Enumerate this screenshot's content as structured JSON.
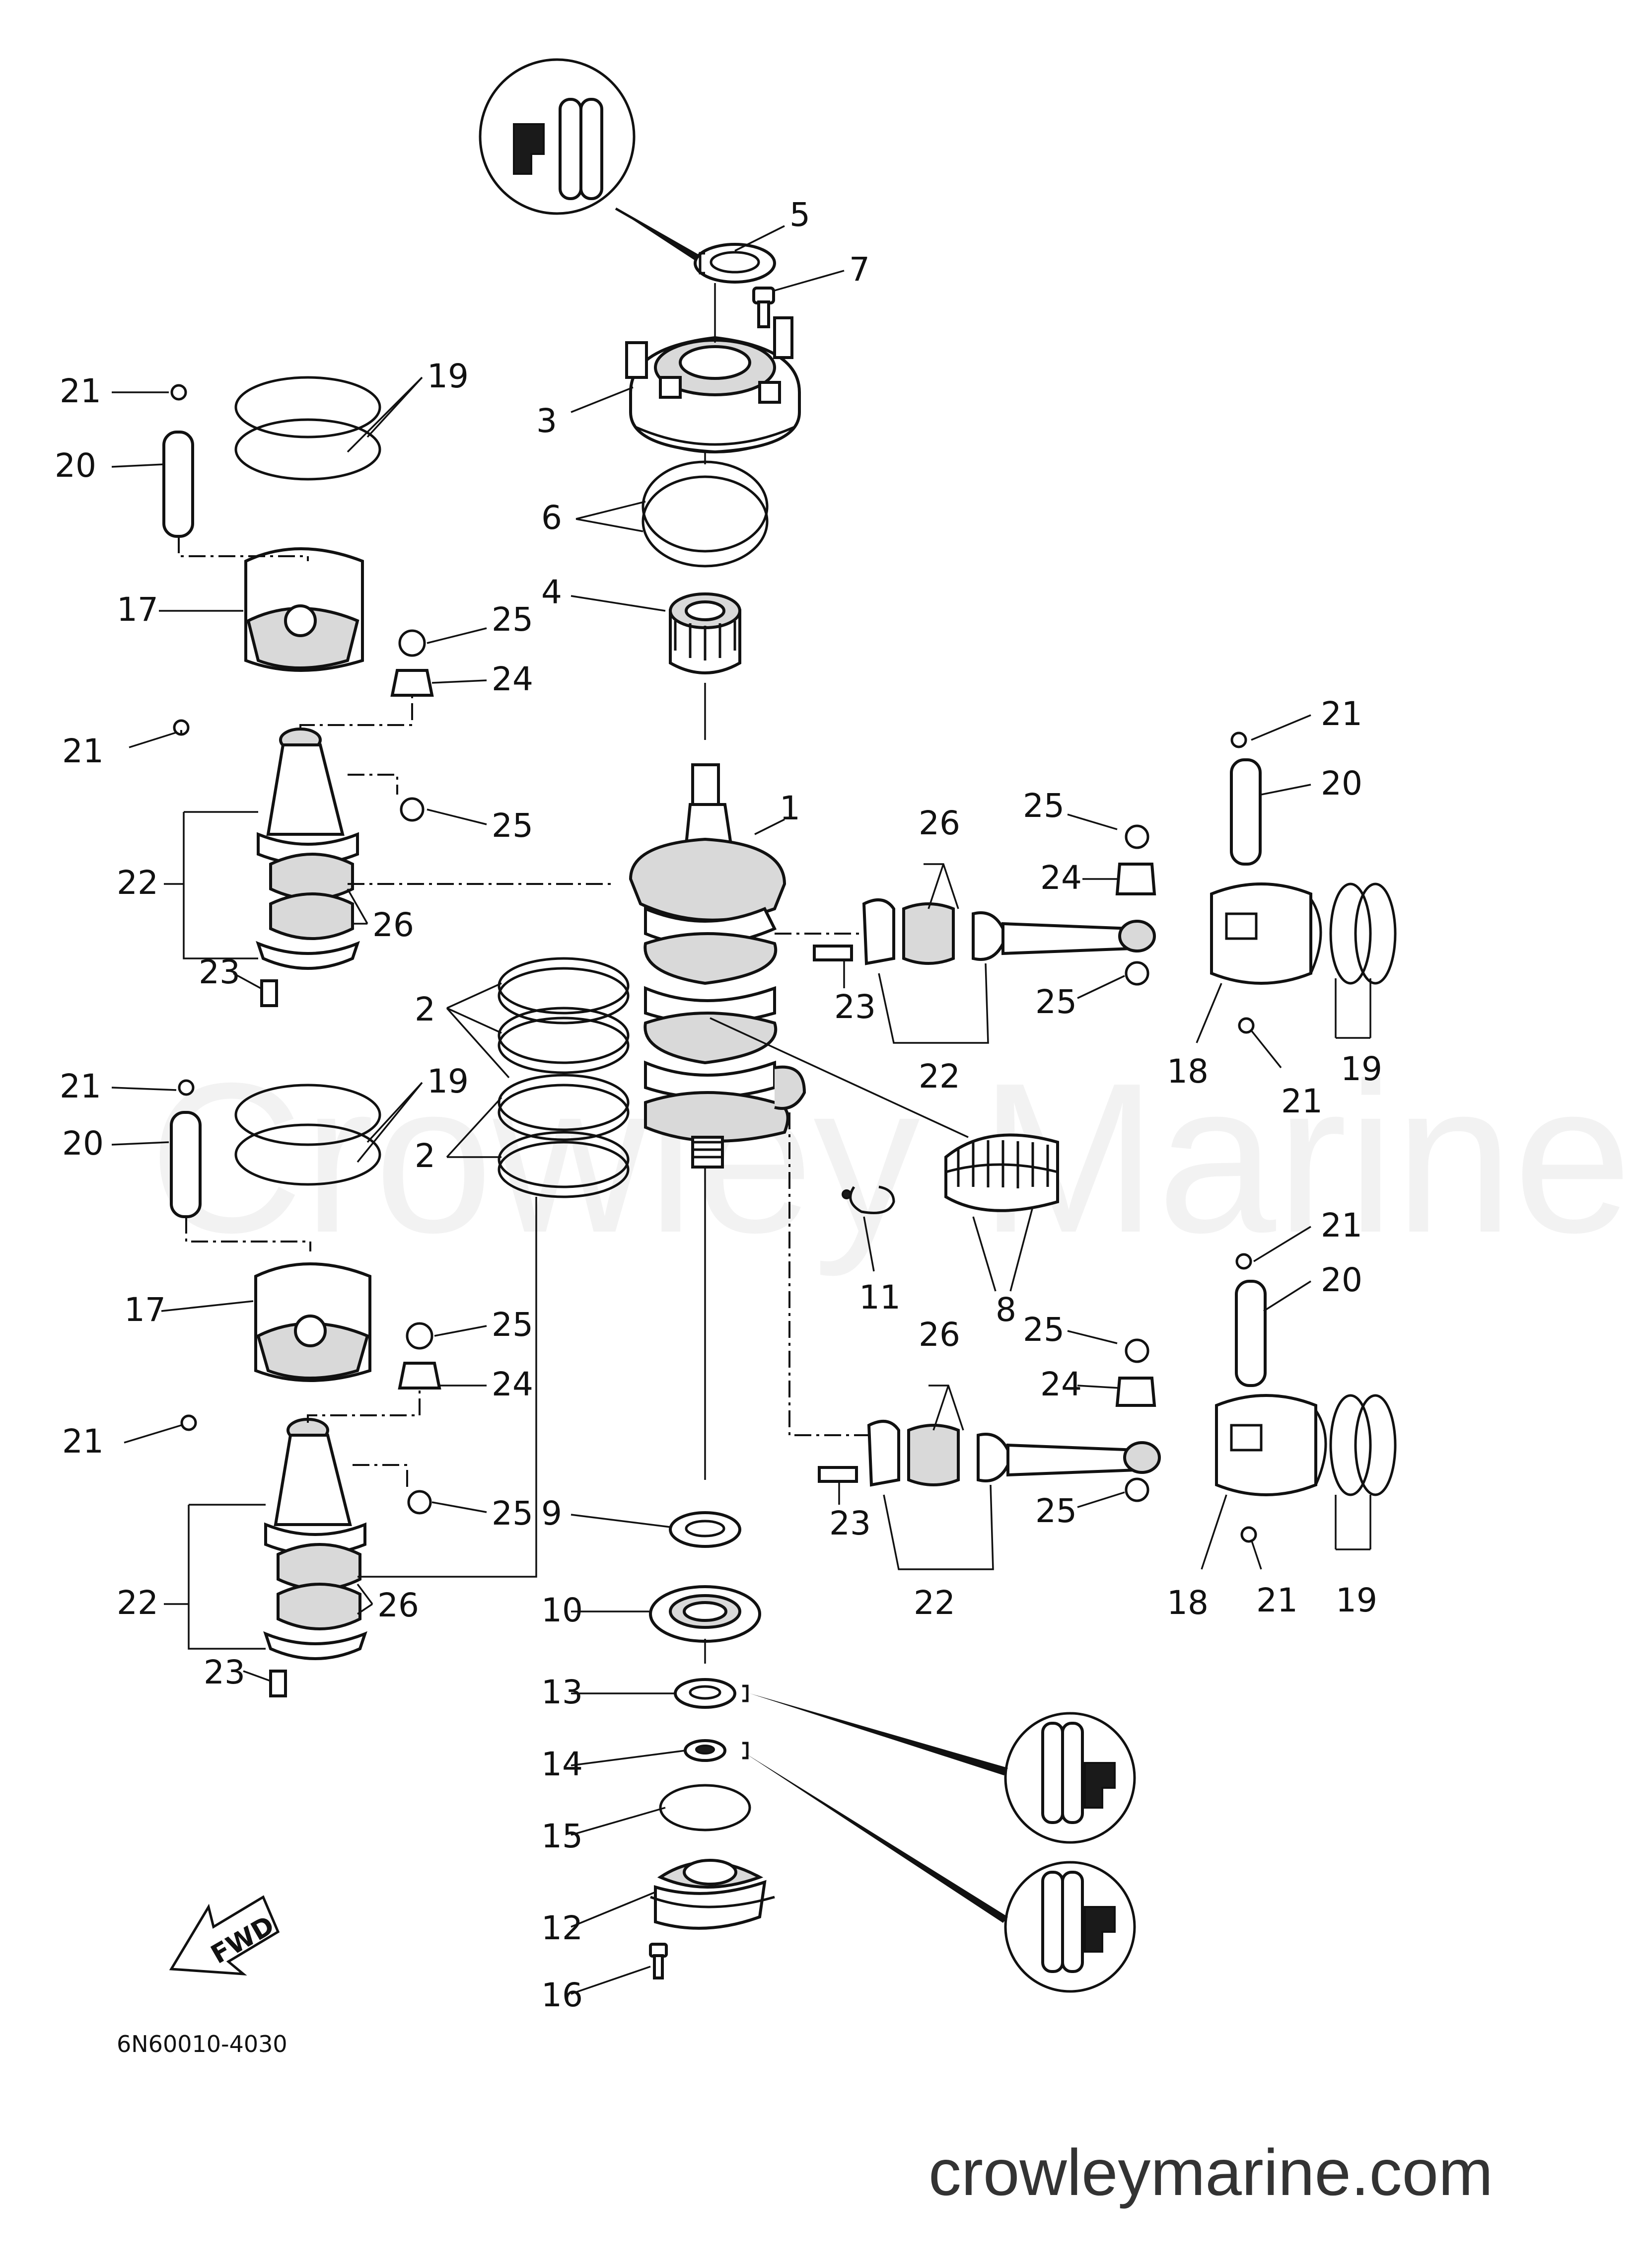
{
  "diagram": {
    "drawing_code": "6N60010-4030",
    "forward_arrow_label": "FWD",
    "watermark": "Crowley Marine",
    "website": "crowleymarine.com",
    "callouts": {
      "c1": "1",
      "c2a": "2",
      "c2b": "2",
      "c3": "3",
      "c4": "4",
      "c5": "5",
      "c6": "6",
      "c7": "7",
      "c8": "8",
      "c9": "9",
      "c10": "10",
      "c11": "11",
      "c12": "12",
      "c13": "13",
      "c14": "14",
      "c15": "15",
      "c16": "16",
      "c17a": "17",
      "c17b": "17",
      "c18a": "18",
      "c18b": "18",
      "c19a": "19",
      "c19b": "19",
      "c19c": "19",
      "c19d": "19",
      "c20a": "20",
      "c20b": "20",
      "c20c": "20",
      "c20d": "20",
      "c21a": "21",
      "c21b": "21",
      "c21c": "21",
      "c21d": "21",
      "c21e": "21",
      "c21f": "21",
      "c21g": "21",
      "c21h": "21",
      "c22a": "22",
      "c22b": "22",
      "c22c": "22",
      "c22d": "22",
      "c23a": "23",
      "c23b": "23",
      "c23c": "23",
      "c23d": "23",
      "c24a": "24",
      "c24b": "24",
      "c24c": "24",
      "c24d": "24",
      "c25a": "25",
      "c25b": "25",
      "c25c": "25",
      "c25d": "25",
      "c25e": "25",
      "c25f": "25",
      "c25g": "25",
      "c25h": "25",
      "c26a": "26",
      "c26b": "26",
      "c26c": "26",
      "c26d": "26"
    }
  }
}
